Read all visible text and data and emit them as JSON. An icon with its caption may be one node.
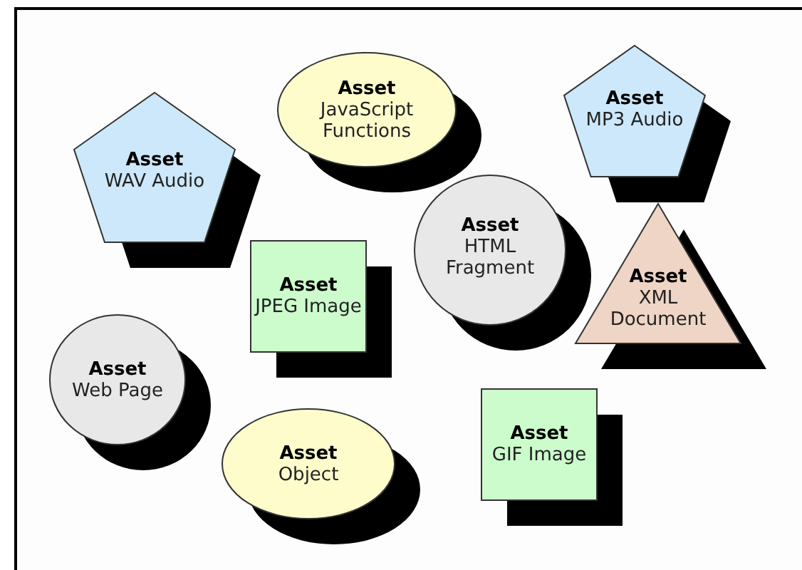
{
  "diagram": {
    "nodes": [
      {
        "text": [
          "Asset",
          "WAV Audio"
        ]
      },
      {
        "text": [
          "Asset",
          "JavaScript Functions"
        ]
      },
      {
        "text": [
          "Asset",
          "MP3 Audio"
        ]
      },
      {
        "text": [
          "Asset",
          "HTML Fragment"
        ]
      },
      {
        "text": [
          "Asset",
          "JPEG Image"
        ]
      },
      {
        "text": [
          "Asset",
          "XML Document"
        ]
      },
      {
        "text": [
          "Asset",
          "Web Page"
        ]
      },
      {
        "text": [
          "Asset",
          "Object"
        ]
      },
      {
        "text": [
          "Asset",
          "GIF Image"
        ]
      }
    ]
  }
}
